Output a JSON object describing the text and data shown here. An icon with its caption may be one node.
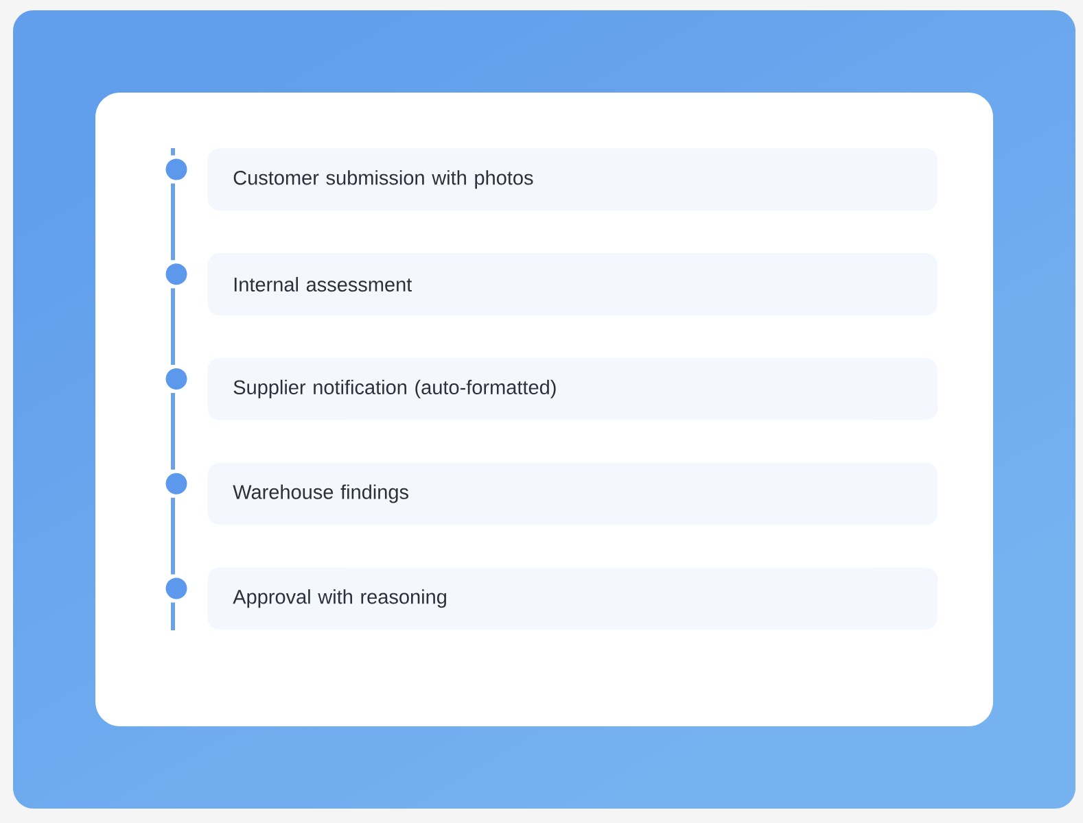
{
  "diagram": {
    "nodes": [
      {
        "text": [],
        "shape": "circle"
      },
      {
        "text": [
          "Customer submission with photos"
        ]
      },
      {
        "text": [],
        "shape": "circle"
      },
      {
        "text": [
          "Internal assessment"
        ]
      },
      {
        "text": [],
        "shape": "circle"
      },
      {
        "text": [
          "Supplier notification (auto-formatted)"
        ]
      },
      {
        "text": [],
        "shape": "circle"
      },
      {
        "text": [
          "Warehouse findings"
        ]
      },
      {
        "text": [],
        "shape": "circle"
      },
      {
        "text": [
          "Approval with reasoning"
        ]
      }
    ],
    "edges": [
      {
        "from": 0,
        "to": 2,
        "arrow": "none"
      },
      {
        "from": 2,
        "to": 4,
        "arrow": "none"
      },
      {
        "from": 4,
        "to": 6,
        "arrow": "none"
      },
      {
        "from": 6,
        "to": 8,
        "arrow": "none"
      }
    ]
  }
}
